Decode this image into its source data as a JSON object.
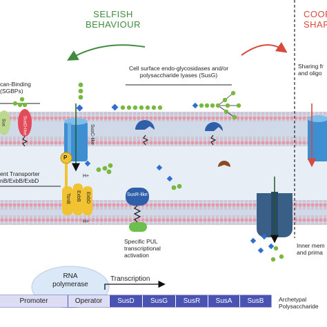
{
  "selfish": {
    "line1": "SELFISH",
    "line2": "BEHAVIOUR"
  },
  "coop": {
    "line1": "COOP",
    "line2": "SHAR"
  },
  "sgbp": {
    "line1": "can-Binding",
    "line2": "(SGBPs)"
  },
  "susg_desc": {
    "line1": "Cell surface endo-glycosidases and/or",
    "line2": "polysaccharide lyases (SusG)"
  },
  "sharing": {
    "line1": "Sharing fr",
    "line2": "and oligo"
  },
  "transporter": {
    "line1": "ent Transporter",
    "line2": "nB/ExbB/ExbD"
  },
  "sus_label": "Sus",
  "susd_like": "SusD-like",
  "susc_like": "SusC-like",
  "p_label": "P",
  "tonb": "TonB",
  "exbb": "ExbB",
  "exbd": "ExbD",
  "hplus1": "H+",
  "hplus2": "H+",
  "susr_like": "SusR-like",
  "pul": {
    "line1": "Specific PUL",
    "line2": "transcriptional",
    "line3": "activation"
  },
  "inner": {
    "line1": "Inner mem",
    "line2": "and prima"
  },
  "rna": {
    "line1": "RNA",
    "line2": "polymerase"
  },
  "transcription": "Transcription",
  "genes": {
    "promoter": "Promoter",
    "operator": "Operator",
    "susd": "SusD",
    "susg": "SusG",
    "susr": "SusR",
    "susa": "SusA",
    "susb": "SusB"
  },
  "archetypal": {
    "line1": "Archetypal",
    "line2": "Polysaccharide"
  },
  "colors": {
    "membrane": "#cfd9e8",
    "periplasm": "#e8eef6",
    "lipid": "#e59aaa",
    "gene_blue": "#4a53b2",
    "gene_light": "#dcdcf3",
    "green": "#3f8a3c",
    "red": "#d84a3c"
  }
}
